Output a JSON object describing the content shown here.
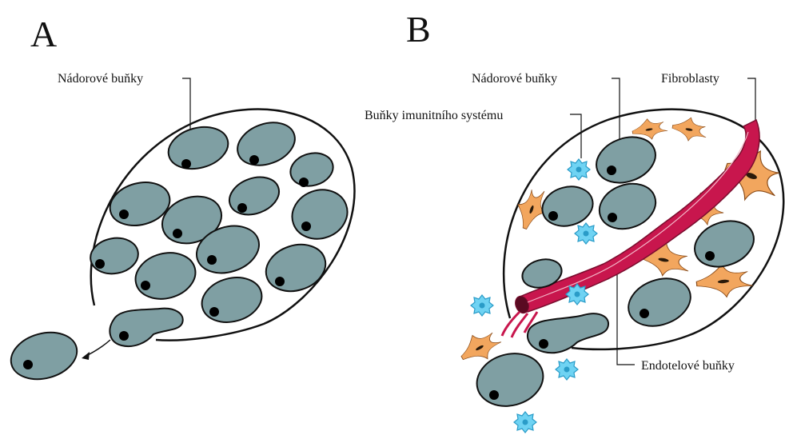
{
  "panel_a": {
    "letter": "A",
    "label_tumor": "Nádorové buňky"
  },
  "panel_b": {
    "letter": "B",
    "label_tumor": "Nádorové buňky",
    "label_fibro": "Fibroblasty",
    "label_immune": "Buňky imunitního systému",
    "label_endo": "Endotelové buňky"
  },
  "colors": {
    "tumor_cell": "#7f9fa3",
    "nucleus": "#000000",
    "vessel": "#c8164d",
    "fibroblast": "#f2a65e",
    "immune": "#6fd3f3",
    "outline": "#111111"
  }
}
